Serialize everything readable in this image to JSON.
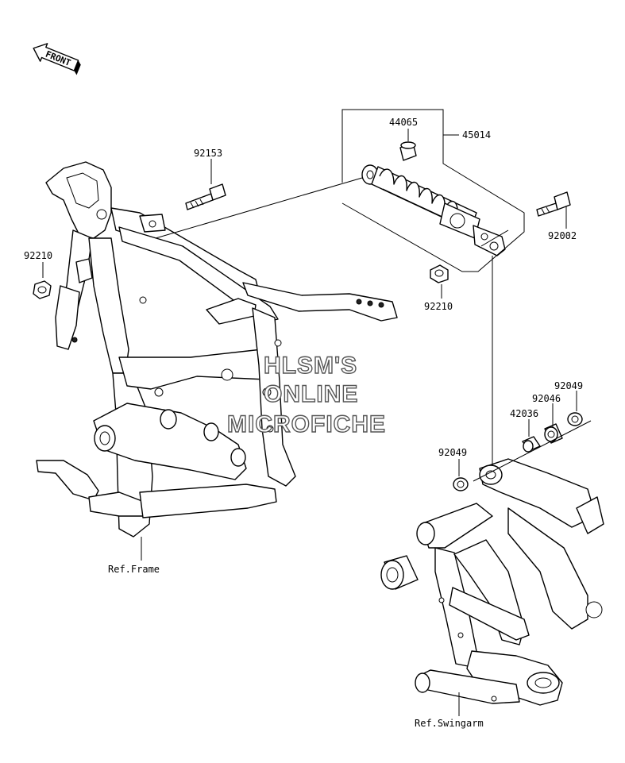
{
  "orientation": {
    "front_label": "FRONT",
    "icon": "front-arrow-icon"
  },
  "part_numbers": {
    "p44065": "44065",
    "p45014": "45014",
    "p92153": "92153",
    "p92002": "92002",
    "p92210_left": "92210",
    "p92210_shock": "92210",
    "p92049_upper": "92049",
    "p92046": "92046",
    "p42036": "42036",
    "p92049_lower": "92049"
  },
  "references": {
    "frame": "Ref.Frame",
    "swingarm": "Ref.Swingarm"
  },
  "watermark": {
    "line1": "HLSM'S",
    "line2": "ONLINE",
    "line3": "MICROFICHE"
  }
}
